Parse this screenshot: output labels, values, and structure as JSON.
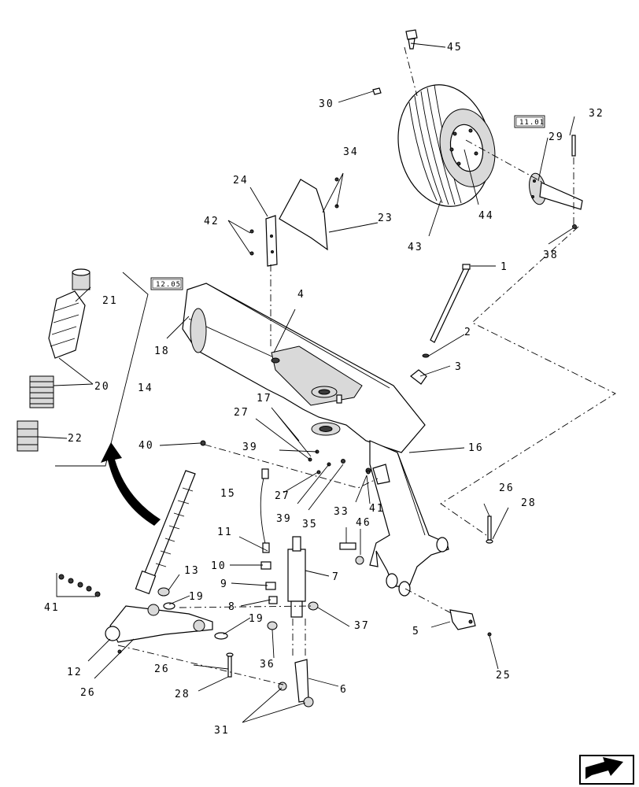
{
  "callouts": {
    "c1": "1",
    "c2": "2",
    "c3": "3",
    "c4": "4",
    "c5": "5",
    "c6": "6",
    "c7": "7",
    "c8": "8",
    "c9": "9",
    "c10": "10",
    "c11": "11",
    "c12": "12",
    "c13": "13",
    "c14": "14",
    "c15": "15",
    "c16": "16",
    "c17": "17",
    "c18": "18",
    "c19a": "19",
    "c19b": "19",
    "c20": "20",
    "c21": "21",
    "c22": "22",
    "c23": "23",
    "c24": "24",
    "c25": "25",
    "c26a": "26",
    "c26b": "26",
    "c26c": "26",
    "c27a": "27",
    "c27b": "27",
    "c28a": "28",
    "c28b": "28",
    "c29": "29",
    "c30": "30",
    "c31": "31",
    "c32": "32",
    "c33": "33",
    "c34": "34",
    "c35": "35",
    "c36": "36",
    "c37": "37",
    "c38": "38",
    "c39a": "39",
    "c39b": "39",
    "c40": "40",
    "c41a": "41",
    "c41b": "41",
    "c42": "42",
    "c43": "43",
    "c44": "44",
    "c45": "45",
    "c46": "46"
  },
  "references": {
    "ref_wheel": "11.01",
    "ref_frame": "12.05"
  },
  "icons": {
    "nav_corner": "next-page-arrow-icon",
    "swing_arrow": "curved-arrow-icon"
  }
}
